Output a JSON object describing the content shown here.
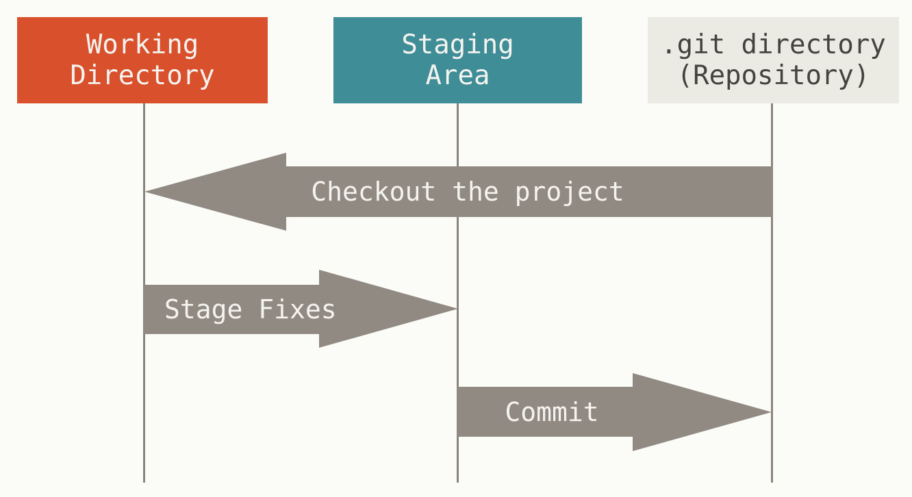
{
  "diagram": {
    "background_color": "#FBFBF7",
    "arrow_color": "#918A82",
    "lifeline_color": "#8A847C",
    "columns": [
      {
        "id": "working-directory",
        "label_lines": [
          "Working",
          "Directory"
        ],
        "box_color": "#D9502C",
        "text_color": "#F4F3EF"
      },
      {
        "id": "staging-area",
        "label_lines": [
          "Staging",
          "Area"
        ],
        "box_color": "#3F8E97",
        "text_color": "#F4F3EF"
      },
      {
        "id": "git-directory",
        "label_lines": [
          ".git directory",
          "(Repository)"
        ],
        "box_color": "#ECEBE3",
        "text_color": "#45433E"
      }
    ],
    "arrows": [
      {
        "id": "checkout",
        "label": "Checkout the project",
        "direction": "left",
        "from": "git-directory",
        "to": "working-directory"
      },
      {
        "id": "stage",
        "label": "Stage Fixes",
        "direction": "right",
        "from": "working-directory",
        "to": "staging-area"
      },
      {
        "id": "commit",
        "label": "Commit",
        "direction": "right",
        "from": "staging-area",
        "to": "git-directory"
      }
    ]
  }
}
